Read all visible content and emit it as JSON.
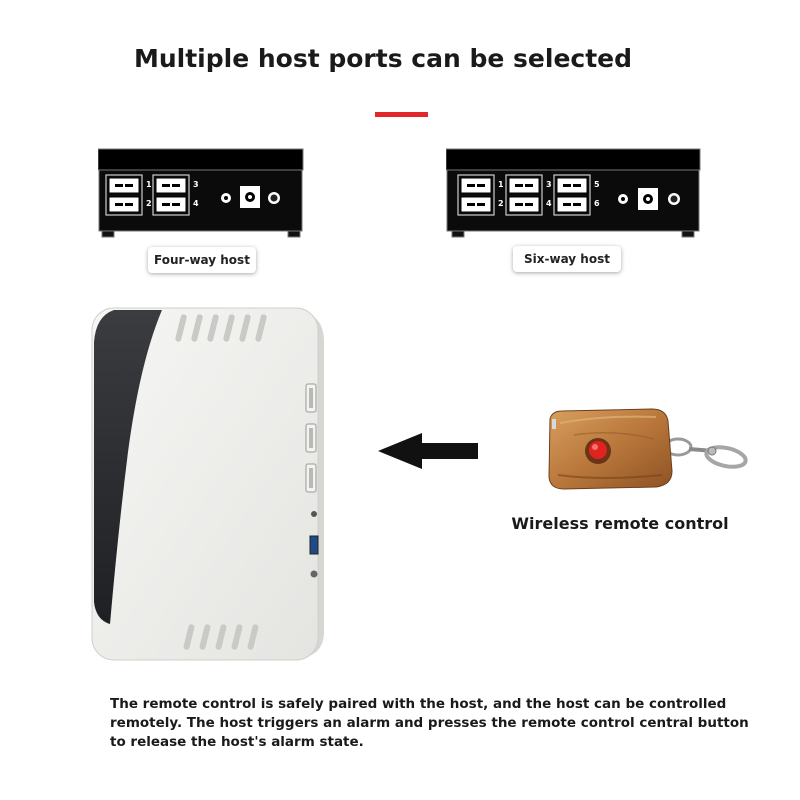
{
  "heading": "Multiple host ports can be selected",
  "colors": {
    "accent": "#e3262a",
    "host_body": "#0d0d0d",
    "device_shell": "#eeeeec",
    "device_side": "#2b2d31",
    "remote_wood": "#b9773b",
    "remote_button": "#e0231f"
  },
  "hosts": [
    {
      "label": "Four-way host",
      "port_numbers": [
        "1",
        "2",
        "3",
        "4"
      ]
    },
    {
      "label": "Six-way host",
      "port_numbers": [
        "1",
        "2",
        "3",
        "4",
        "5",
        "6"
      ]
    }
  ],
  "remote": {
    "caption": "Wireless remote control",
    "icon": "key-fob-remote-icon"
  },
  "arrow_icon": "arrow-left-icon",
  "device_icon": "alarm-host-device",
  "description": "The remote control is safely paired with the host, and the host can be controlled remotely. The host triggers an alarm and presses the remote control central button to release the host's alarm state."
}
